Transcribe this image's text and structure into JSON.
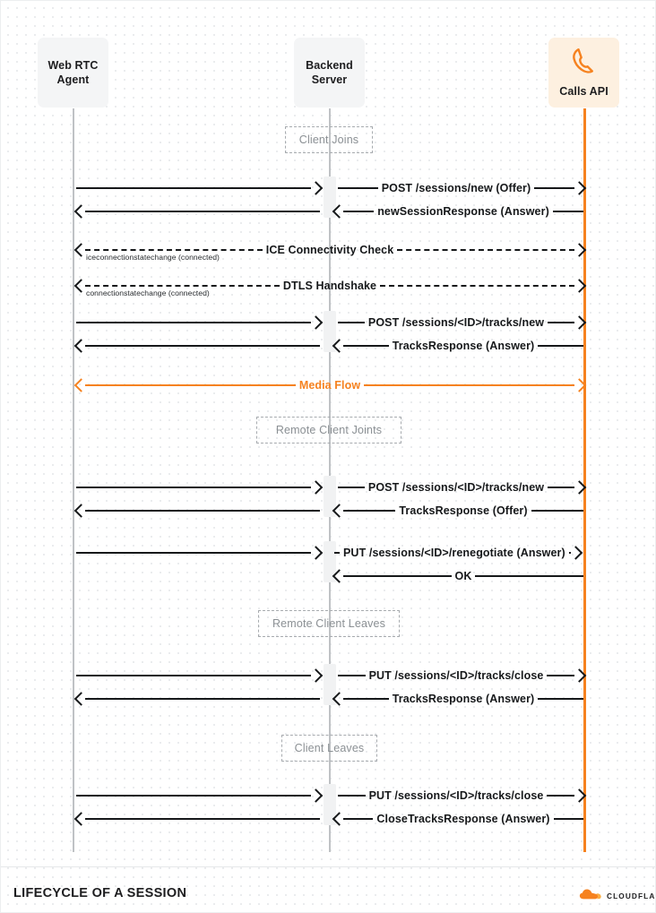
{
  "diagram": {
    "title": "LIFECYCLE OF A SESSION",
    "brand": "CLOUDFLARE",
    "colors": {
      "accent": "#f6821f",
      "line": "#16181a",
      "lifeline": "#bfc2c5",
      "note_text": "#8b9094",
      "actor_bg": "#f4f5f6",
      "calls_bg": "#fdf0e0"
    },
    "actors": [
      {
        "id": "webrtc",
        "label": "Web RTC\nAgent",
        "icon": "none"
      },
      {
        "id": "backend",
        "label": "Backend\nServer",
        "icon": "none"
      },
      {
        "id": "calls",
        "label": "Calls API",
        "icon": "phone-icon"
      }
    ],
    "notes": [
      {
        "id": "note-client-joins",
        "text": "Client Joins"
      },
      {
        "id": "note-remote-client-joints",
        "text": "Remote Client Joints"
      },
      {
        "id": "note-remote-client-leaves",
        "text": "Remote Client Leaves"
      },
      {
        "id": "note-client-leaves",
        "text": "Client Leaves"
      }
    ],
    "messages": [
      {
        "id": "m1",
        "left_label": "",
        "right_label": "POST /sessions/new (Offer)",
        "dir": "right",
        "style": "solid",
        "accent": false,
        "annotation": ""
      },
      {
        "id": "m2",
        "left_label": "",
        "right_label": "newSessionResponse (Answer)",
        "dir": "left",
        "style": "solid",
        "accent": false,
        "annotation": ""
      },
      {
        "id": "m3",
        "full_label": "ICE Connectivity Check",
        "dir": "both",
        "style": "dashed",
        "accent": false,
        "annotation": "iceconnectionstatechange (connected)"
      },
      {
        "id": "m4",
        "full_label": "DTLS Handshake",
        "dir": "both",
        "style": "dashed",
        "accent": false,
        "annotation": "connectionstatechange (connected)"
      },
      {
        "id": "m5",
        "left_label": "",
        "right_label": "POST /sessions/<ID>/tracks/new",
        "dir": "right",
        "style": "solid",
        "accent": false,
        "annotation": ""
      },
      {
        "id": "m6",
        "left_label": "",
        "right_label": "TracksResponse (Answer)",
        "dir": "left",
        "style": "solid",
        "accent": false,
        "annotation": ""
      },
      {
        "id": "m7",
        "full_label": "Media Flow",
        "dir": "both",
        "style": "solid",
        "accent": true,
        "annotation": ""
      },
      {
        "id": "m8",
        "left_label": "",
        "right_label": "POST /sessions/<ID>/tracks/new",
        "dir": "right",
        "style": "solid",
        "accent": false,
        "annotation": ""
      },
      {
        "id": "m9",
        "left_label": "",
        "right_label": "TracksResponse (Offer)",
        "dir": "left",
        "style": "solid",
        "accent": false,
        "annotation": ""
      },
      {
        "id": "m10",
        "left_label": "",
        "right_label": "PUT /sessions/<ID>/renegotiate (Answer)",
        "dir": "right",
        "style": "solid",
        "accent": false,
        "annotation": ""
      },
      {
        "id": "m11",
        "left_label": "",
        "right_label": "OK",
        "dir": "left",
        "style": "solid",
        "accent": false,
        "annotation": ""
      },
      {
        "id": "m12",
        "left_label": "",
        "right_label": "PUT /sessions/<ID>/tracks/close",
        "dir": "right",
        "style": "solid",
        "accent": false,
        "annotation": ""
      },
      {
        "id": "m13",
        "left_label": "",
        "right_label": "TracksResponse (Answer)",
        "dir": "left",
        "style": "solid",
        "accent": false,
        "annotation": ""
      },
      {
        "id": "m14",
        "left_label": "",
        "right_label": "PUT /sessions/<ID>/tracks/close",
        "dir": "right",
        "style": "solid",
        "accent": false,
        "annotation": ""
      },
      {
        "id": "m15",
        "left_label": "",
        "right_label": "CloseTracksResponse (Answer)",
        "dir": "left",
        "style": "solid",
        "accent": false,
        "annotation": ""
      }
    ]
  }
}
